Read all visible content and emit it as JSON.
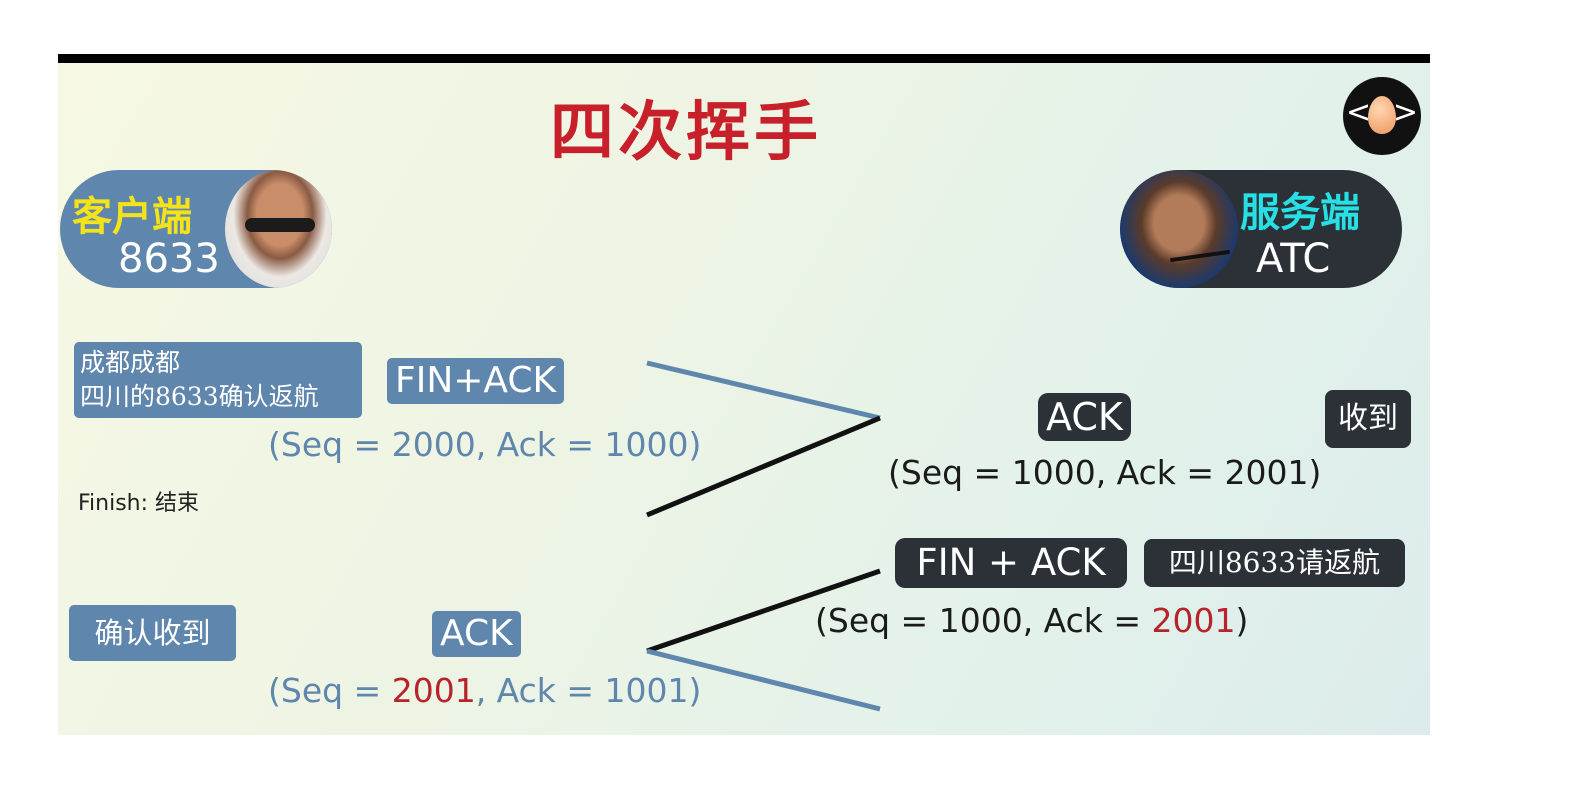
{
  "title": "四次挥手",
  "client": {
    "name": "客户端",
    "id": "8633"
  },
  "server": {
    "name": "服务端",
    "id": "ATC"
  },
  "left": {
    "message1_line1": "成都成都",
    "message1_line2": "四川的8633确认返航",
    "fin_ack_label": "FIN+ACK",
    "seq1": {
      "prefix": "(Seq = ",
      "seq": "2000",
      "mid": ", Ack = ",
      "ack": "1000",
      "suffix": ")"
    },
    "finish_note": "Finish: 结束",
    "confirm_label": "确认收到",
    "ack_label": "ACK",
    "seq4": {
      "prefix": "(Seq = ",
      "seq": "2001",
      "mid": ", Ack = ",
      "ack": "1001",
      "suffix": ")"
    }
  },
  "right": {
    "ack_label": "ACK",
    "received_label": "收到",
    "seq2": {
      "prefix": "(Seq = ",
      "seq": "1000",
      "mid": ", Ack = ",
      "ack": "2001",
      "suffix": ")"
    },
    "fin_ack_label": "FIN + ACK",
    "return_label": "四川8633请返航",
    "seq3": {
      "prefix": "(Seq = ",
      "seq": "1000",
      "mid": ", Ack = ",
      "ack": "2001",
      "suffix": ")"
    }
  },
  "colors": {
    "title": "#c8202a",
    "client": "#5f86ac",
    "server": "#2b3137",
    "highlight": "#b8232b"
  }
}
